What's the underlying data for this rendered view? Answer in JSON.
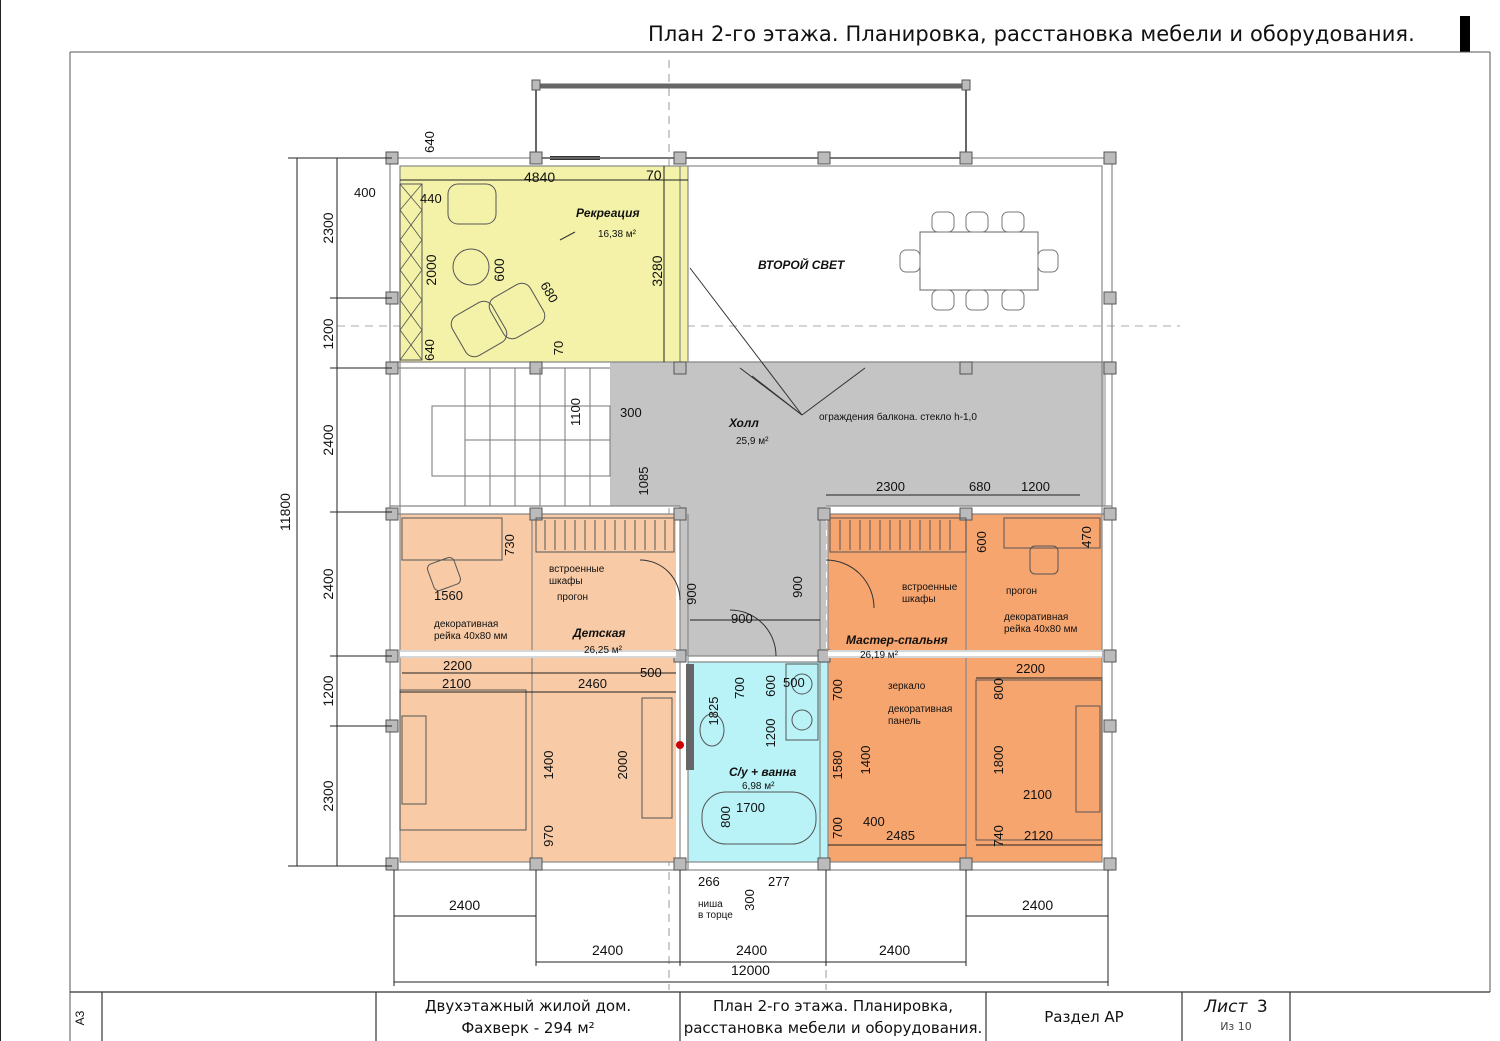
{
  "header": {
    "title": "План 2-го этажа. Планировка, расстановка мебели и оборудования."
  },
  "colors": {
    "recreation": "#f3f2a8",
    "hall": "#c4c4c4",
    "kids": "#f8cba6",
    "master": "#f7a56e",
    "bath": "#b9f2f7",
    "wall": "#bfbfbf"
  },
  "rooms": {
    "recreation": {
      "name": "Рекреация",
      "area": "16,38 м²"
    },
    "hall": {
      "name": "Холл",
      "area": "25,9 м²"
    },
    "kids": {
      "name": "Детская",
      "area": "26,25 м²"
    },
    "master": {
      "name": "Мастер-спальня",
      "area": "26,19 м²"
    },
    "bath": {
      "name": "С/у + ванна",
      "area": "6,98 м²"
    },
    "second_light": {
      "name": "ВТОРОЙ СВЕТ"
    }
  },
  "notes": {
    "railing": "ограждения балкона. стекло h-1,0",
    "builtin_wardrobes_1": "встроенные",
    "builtin_wardrobes_2": "шкафы",
    "beam": "прогон",
    "deco_rail_1": "декоративная",
    "deco_rail_2": "рейка 40х80 мм",
    "mirror": "зеркало",
    "deco_panel_1": "декоративная",
    "deco_panel_2": "панель",
    "niche_1": "ниша",
    "niche_2": "в торце"
  },
  "dimensions": {
    "overall_height": "11800",
    "overall_width": "12000",
    "left_2300_top": "2300",
    "left_1200_top": "1200",
    "left_2400_a": "2400",
    "left_2400_b": "2400",
    "left_1200_bottom": "1200",
    "left_2300_bottom": "2300",
    "rec_4840": "4840",
    "rec_70_top": "70",
    "rec_70_bottom": "70",
    "rec_640_top": "640",
    "rec_640_bottom": "640",
    "rec_400": "400",
    "rec_440": "440",
    "rec_2000": "2000",
    "rec_600": "600",
    "rec_680": "680",
    "rec_3280": "3280",
    "stair_1100": "1100",
    "stair_300": "300",
    "hall_1085": "1085",
    "kids_730": "730",
    "kids_1560": "1560",
    "kids_2200": "2200",
    "kids_2100": "2100",
    "kids_2460": "2460",
    "kids_500": "500",
    "kids_1400": "1400",
    "kids_2000": "2000",
    "kids_970": "970",
    "hall_900_left": "900",
    "hall_900_mid": "900",
    "hall_900_right": "900",
    "bath_700": "700",
    "bath_600": "600",
    "bath_500": "500",
    "bath_1825": "1825",
    "bath_1200": "1200",
    "bath_1700": "1700",
    "bath_800": "800",
    "bath_266": "266",
    "bath_277": "277",
    "bath_300": "300",
    "master_2300": "2300",
    "master_680": "680",
    "master_1200": "1200",
    "master_600": "600",
    "master_470": "470",
    "master_700_top": "700",
    "master_1580": "1580",
    "master_1400": "1400",
    "master_700_bottom": "700",
    "master_400": "400",
    "master_2485": "2485",
    "master_2200": "2200",
    "master_800": "800",
    "master_1800": "1800",
    "master_2100": "2100",
    "master_740": "740",
    "master_2120": "2120",
    "bottom_2400_left": "2400",
    "bottom_2400_right": "2400",
    "bottom_2400_a": "2400",
    "bottom_2400_b": "2400",
    "bottom_2400_c": "2400"
  },
  "title_block": {
    "format": "А3",
    "project_line1": "Двухэтажный жилой дом.",
    "project_line2": "Фахверк - 294 м²",
    "sheet_title_line1": "План 2-го этажа. Планировка,",
    "sheet_title_line2": "расстановка мебели и оборудования.",
    "section": "Раздел АР",
    "sheet_label": "Лист",
    "sheet_number": "3",
    "sheet_total": "Из 10"
  }
}
